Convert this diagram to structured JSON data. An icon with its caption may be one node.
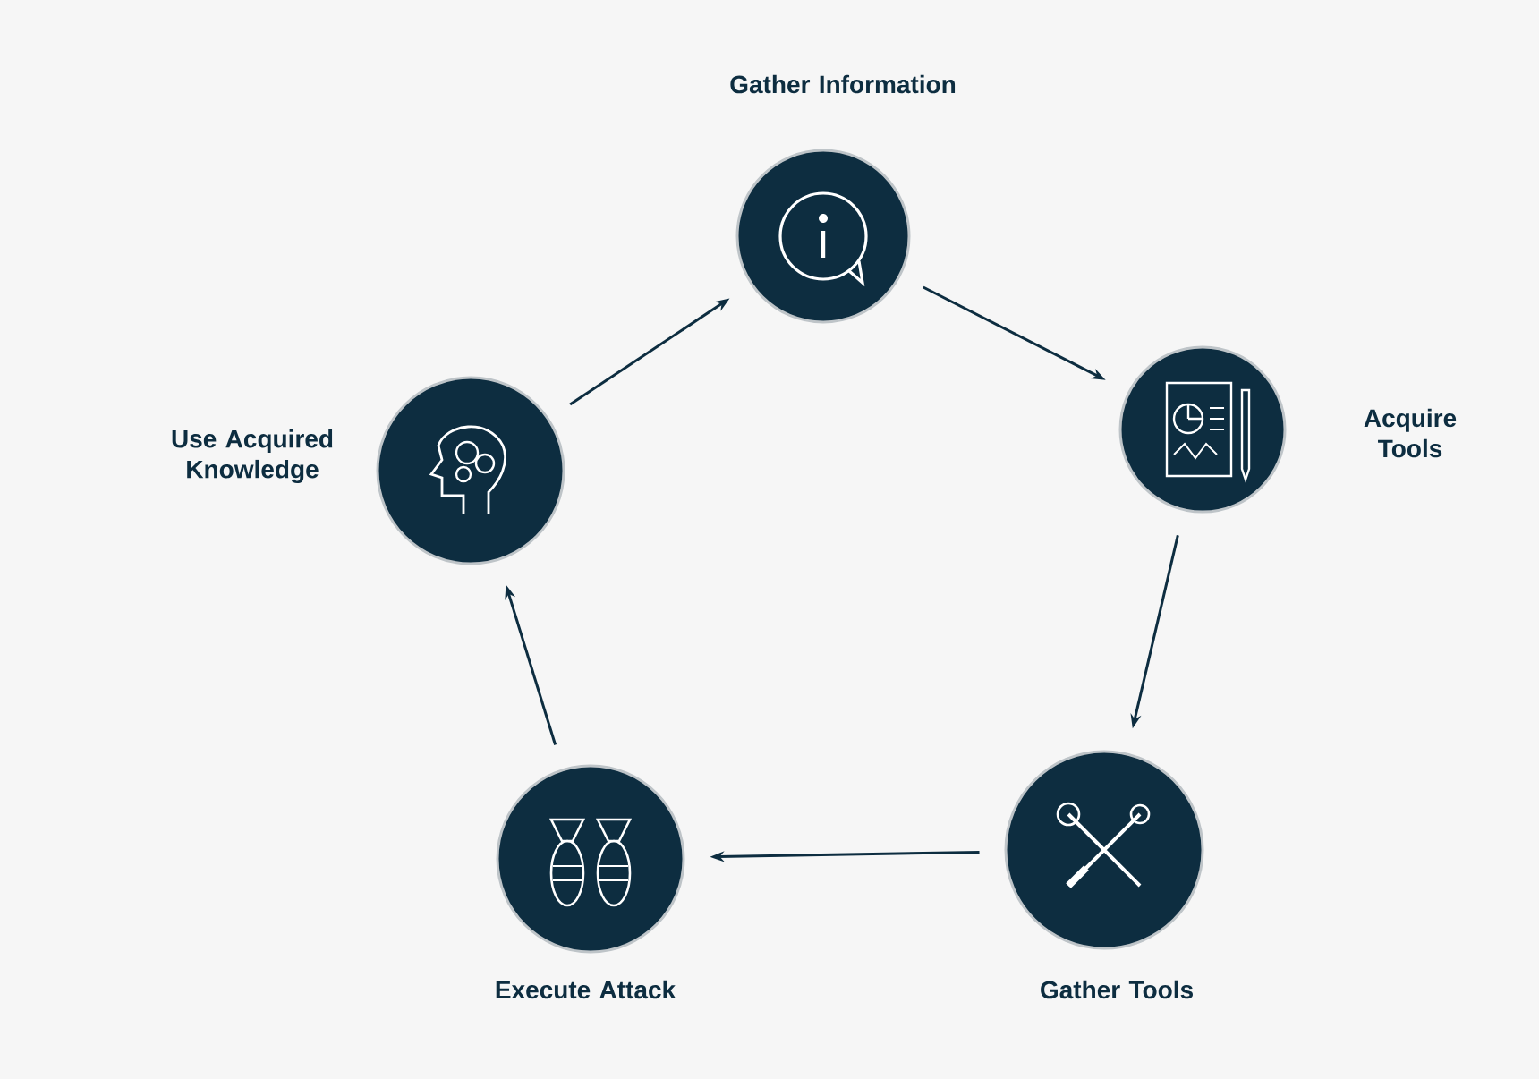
{
  "diagram": {
    "nodes": [
      {
        "text": [
          "Gather Information"
        ]
      },
      {
        "text": [
          "Acquire Tools"
        ]
      },
      {
        "text": [
          "Gather Tools"
        ]
      },
      {
        "text": [
          "Execute Attack"
        ]
      },
      {
        "text": [
          "Use Acquired Knowledge"
        ]
      }
    ],
    "edges": [
      {
        "from": 0,
        "to": 1,
        "arrow": "to"
      },
      {
        "from": 1,
        "to": 2,
        "arrow": "to"
      },
      {
        "from": 2,
        "to": 3,
        "arrow": "to"
      },
      {
        "from": 3,
        "to": 4,
        "arrow": "to"
      },
      {
        "from": 4,
        "to": 0,
        "arrow": "to"
      }
    ]
  }
}
